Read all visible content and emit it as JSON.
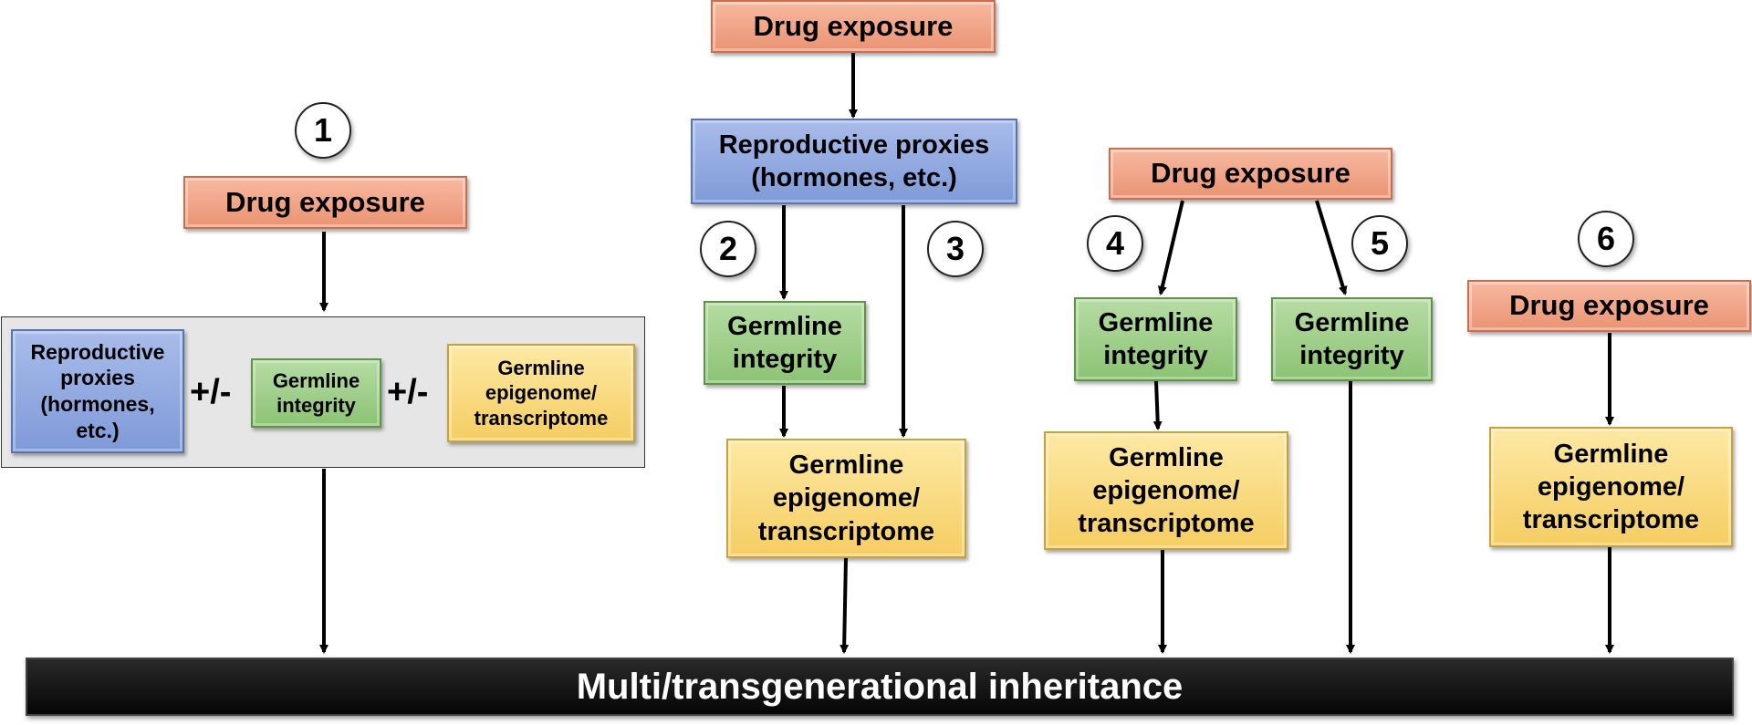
{
  "colors": {
    "drug_exposure": "#ea9373",
    "reproductive_proxies": "#7f9ad8",
    "germline_integrity": "#8cc374",
    "germline_epigenome": "#f5cd62",
    "inheritance_bar": "#0a0a0a",
    "panel": "#e6e6e6"
  },
  "labels": {
    "drug_exposure": "Drug exposure",
    "reproductive_proxies_one_line": "Reproductive proxies",
    "reproductive_proxies_second_line": "(hormones, etc.)",
    "reproductive_proxies_multiline": "Reproductive proxies (hormones, etc.)",
    "germline_integrity": "Germline integrity",
    "germline_epigenome": "Germline epigenome/ transcriptome",
    "plus_minus": "+/-",
    "inheritance": "Multi/transgenerational inheritance"
  },
  "pathways": [
    {
      "number": "1"
    },
    {
      "number": "2"
    },
    {
      "number": "3"
    },
    {
      "number": "4"
    },
    {
      "number": "5"
    },
    {
      "number": "6"
    }
  ]
}
